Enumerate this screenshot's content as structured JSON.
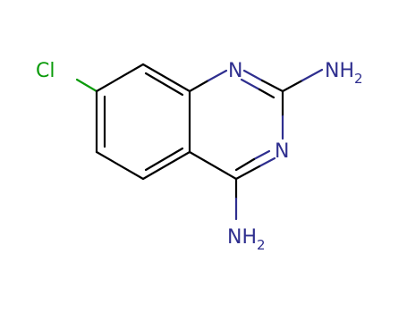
{
  "molecule": {
    "atoms": {
      "cl": {
        "text": "Cl",
        "color": "#0a9b0a"
      },
      "n1": {
        "text": "N",
        "color": "#2f2f8f"
      },
      "n3": {
        "text": "N",
        "color": "#2f2f8f"
      },
      "nh2_top": {
        "main": "NH",
        "sub": "2",
        "color": "#2f2f8f"
      },
      "nh2_bottom": {
        "main": "NH",
        "sub": "2",
        "color": "#2f2f8f"
      }
    },
    "bond_colors": {
      "carbon": "#000000",
      "nitrogen": "#2f2f8f",
      "chlorine": "#0a9b0a"
    }
  }
}
